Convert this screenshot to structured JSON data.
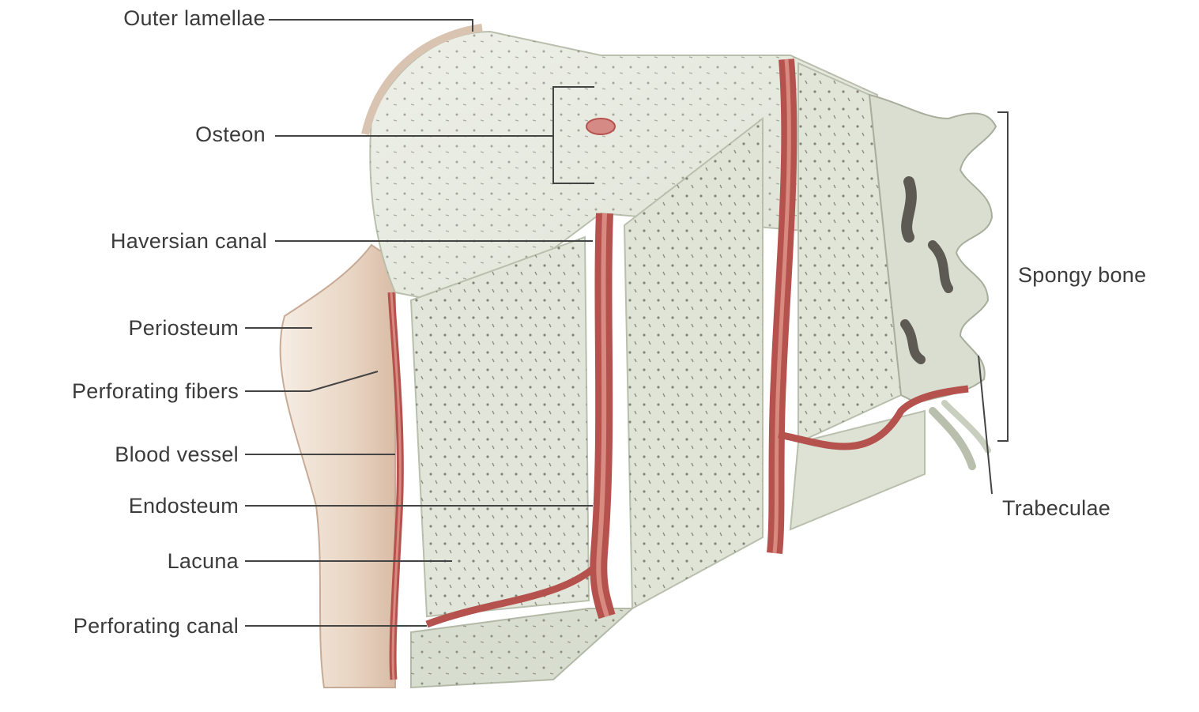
{
  "labels": {
    "outer_lamellae": "Outer lamellae",
    "osteon": "Osteon",
    "haversian_canal": "Haversian canal",
    "periosteum": "Periosteum",
    "perforating_fibers": "Perforating fibers",
    "blood_vessel": "Blood vessel",
    "endosteum": "Endosteum",
    "lacuna": "Lacuna",
    "perforating_canal": "Perforating canal",
    "spongy_bone": "Spongy bone",
    "trabeculae": "Trabeculae"
  },
  "colors": {
    "bone": "#e4e8dc",
    "bone_shadow": "#c9cfbf",
    "vessel": "#b5524e",
    "vessel_light": "#d98a80",
    "periosteum": "#efe0d2",
    "leader": "#444444",
    "label_text": "#3b3b3b"
  }
}
